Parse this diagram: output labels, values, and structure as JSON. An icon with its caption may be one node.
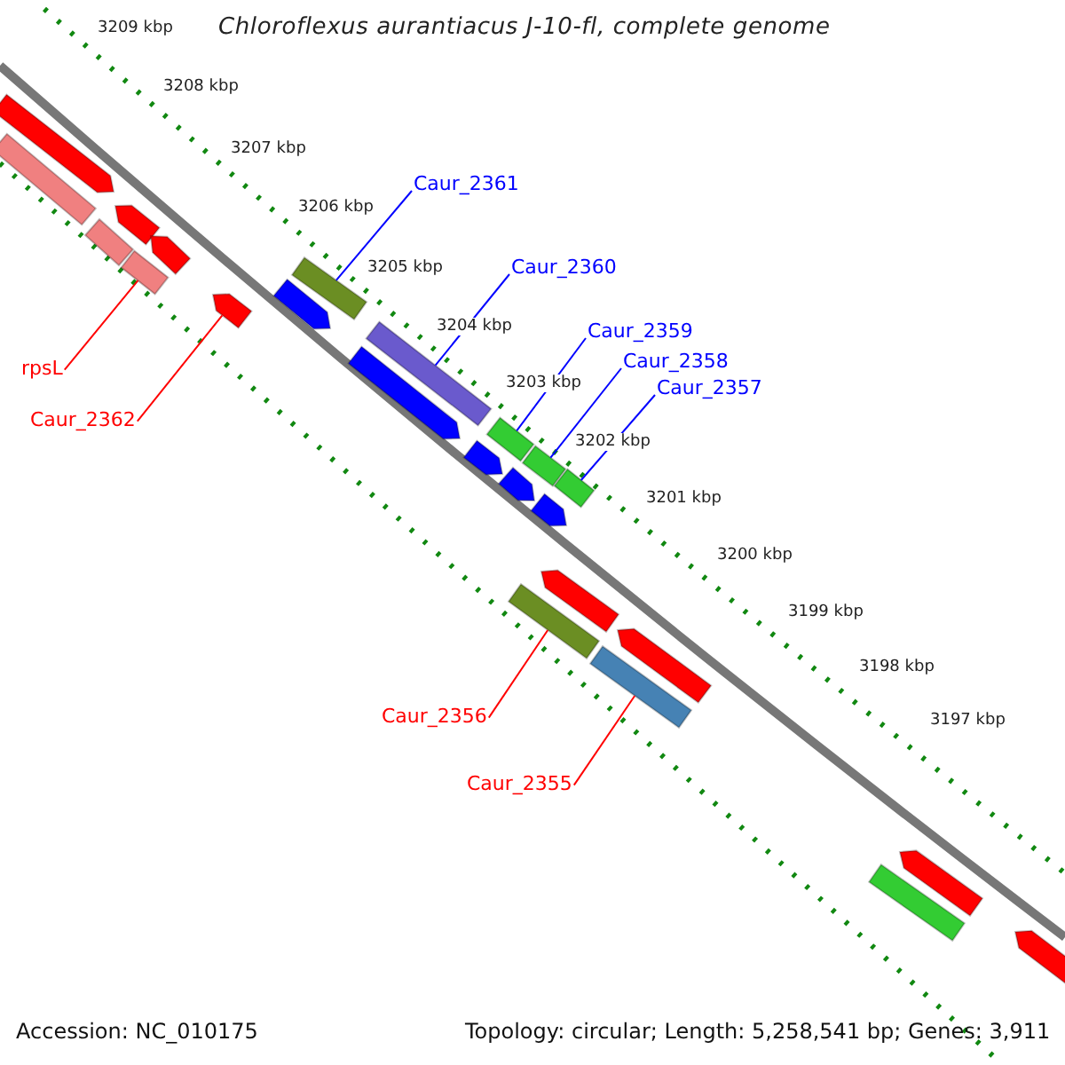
{
  "diagram": {
    "title": "Chloroflexus aurantiacus J-10-fl, complete genome",
    "nodes": [
      {
        "text": [
          "Caur_2361"
        ]
      },
      {
        "text": [
          "Caur_2360"
        ]
      },
      {
        "text": [
          "Caur_2359"
        ]
      },
      {
        "text": [
          "Caur_2358"
        ]
      },
      {
        "text": [
          "Caur_2357"
        ]
      },
      {
        "text": [
          "rpsL"
        ]
      },
      {
        "text": [
          "Caur_2362"
        ]
      },
      {
        "text": [
          "Caur_2356"
        ]
      },
      {
        "text": [
          "Caur_2355"
        ]
      },
      {
        "text": [],
        "shape": "bar"
      },
      {
        "text": [],
        "shape": "bar"
      },
      {
        "text": [],
        "shape": "bar"
      },
      {
        "text": [],
        "shape": "bar"
      },
      {
        "text": [],
        "shape": "bar"
      },
      {
        "text": [],
        "shape": "bar"
      },
      {
        "text": [],
        "shape": "arrow"
      },
      {
        "text": [],
        "shape": "bar"
      },
      {
        "text": [],
        "shape": "bar"
      },
      {
        "text": [],
        "shape": "arrow"
      },
      {
        "text": [],
        "shape": "bar"
      },
      {
        "text": [],
        "shape": "bar"
      },
      {
        "text": [],
        "shape": "arrow"
      },
      {
        "text": [],
        "shape": "arrow"
      },
      {
        "text": [],
        "shape": "arrow"
      },
      {
        "text": [],
        "shape": "arrow"
      },
      {
        "text": [],
        "shape": "arrow"
      },
      {
        "text": [],
        "shape": "arrow"
      },
      {
        "text": [],
        "shape": "arrow"
      },
      {
        "text": [],
        "shape": "arrow"
      },
      {
        "text": [],
        "shape": "arrow"
      },
      {
        "text": [],
        "shape": "arrow"
      },
      {
        "text": [],
        "shape": "bar"
      },
      {
        "text": [],
        "shape": "arrow"
      }
    ],
    "edges": [
      {
        "from": 0,
        "to": 9,
        "arrow": "none"
      },
      {
        "from": 1,
        "to": 10,
        "arrow": "none"
      },
      {
        "from": 2,
        "to": 11,
        "arrow": "none"
      },
      {
        "from": 3,
        "to": 12,
        "arrow": "none"
      },
      {
        "from": 4,
        "to": 13,
        "arrow": "none"
      },
      {
        "from": 5,
        "to": 14,
        "arrow": "none",
        "color": "#ff0000"
      },
      {
        "from": 6,
        "to": 15,
        "arrow": "none",
        "color": "#ff0000"
      },
      {
        "from": 7,
        "to": 16,
        "arrow": "none",
        "color": "#ff0000"
      },
      {
        "from": 8,
        "to": 17,
        "arrow": "none",
        "color": "#ff0000"
      }
    ],
    "labels": [
      "3209 kbp",
      "3208 kbp",
      "3207 kbp",
      "3206 kbp",
      "3205 kbp",
      "3204 kbp",
      "3203 kbp",
      "3202 kbp",
      "3201 kbp",
      "3200 kbp",
      "3199 kbp",
      "3198 kbp",
      "3197 kbp",
      "Accession: NC_010175",
      "Topology: circular; Length: 5,258,541 bp; Genes: 3,911"
    ]
  }
}
